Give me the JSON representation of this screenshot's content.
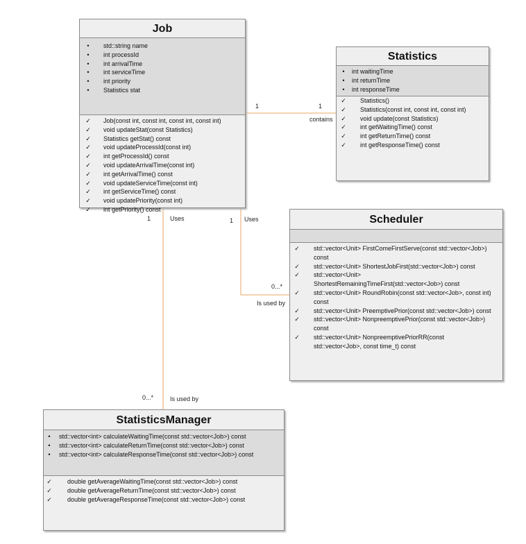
{
  "classes": {
    "job": {
      "name": "Job",
      "attributes": [
        "std::string name",
        "int processId",
        "int arrivalTime",
        "int serviceTime",
        "int priority",
        "Statistics stat"
      ],
      "methods": [
        "Job(const int, const int, const int, const int)",
        "void updateStat(const Statistics)",
        "Statistics getStat() const",
        "void updateProcessId(const int)",
        "int getProcessId() const",
        "void updateArrivalTime(const int)",
        "int getArrivalTime() const",
        "void updateServiceTime(const int)",
        "int getServiceTime() const",
        "void updatePriority(const int)",
        "int getPriority() const"
      ]
    },
    "statistics": {
      "name": "Statistics",
      "attributes": [
        "int waitingTime",
        "int returnTime",
        "int responseTime"
      ],
      "methods": [
        "Statistics()",
        "Statistics(const int, const int, const int)",
        "void update(const Statistics)",
        "int getWaitingTime() const",
        "int getReturnTime() const",
        "int getResponseTime() const"
      ]
    },
    "scheduler": {
      "name": "Scheduler",
      "attributes": [],
      "methods": [
        "std::vector<Unit> FirstComeFirstServe(const std::vector<Job>) const",
        "std::vector<Unit> ShortestJobFirst(std::vector<Job>) const",
        "std::vector<Unit> ShortestRemainingTimeFirst(std::vector<Job>) const",
        "std::vector<Unit> RoundRobin(const std::vector<Job>, const int) const",
        "std::vector<Unit> PreemptivePrior(const std::vector<Job>) const",
        "std::vector<Unit> NonpreemptivePrior(const std::vector<Job>) const",
        "std::vector<Unit> NonpreemptivePriorRR(const std::vector<Job>, const time_t) const"
      ]
    },
    "statistics_manager": {
      "name": "StatisticsManager",
      "attributes": [
        "std::vector<int> calculateWaitingTime(const std::vector<Job>) const",
        "std::vector<int> calculateReturnTime(const std::vector<Job>) const",
        "std::vector<int> calculateResponseTime(const std::vector<Job>) const"
      ],
      "methods": [
        "double getAverageWaitingTime(const std::vector<Job>) const",
        "double getAverageReturnTime(const std::vector<Job>) const",
        "double getAverageResponseTime(const std::vector<Job>) const"
      ]
    }
  },
  "markers": {
    "attribute": "•",
    "method": "✓"
  },
  "relations": {
    "job_statistics": {
      "left_mult": "1",
      "right_mult": "1",
      "label": "contains"
    },
    "job_scheduler": {
      "src_mult": "1",
      "src_label": "Uses",
      "dst_mult": "0...*",
      "dst_label": "Is used by"
    },
    "job_statsmanager": {
      "src_mult": "1",
      "src_label": "Uses",
      "dst_mult": "0...*",
      "dst_label": "Is used by"
    }
  },
  "colors": {
    "connector": "#e8a465",
    "box_border": "#8a8a8a",
    "attr_band": "#dcdcdc",
    "box_fill": "#efefef"
  }
}
